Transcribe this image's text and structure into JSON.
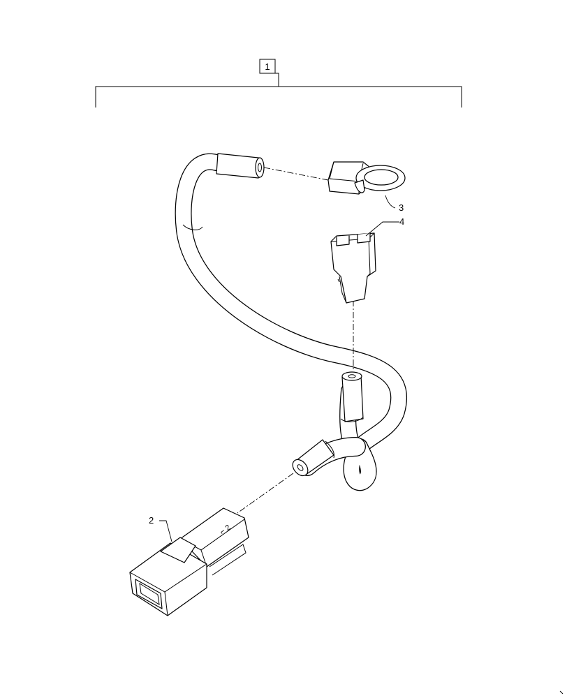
{
  "callouts": {
    "assembly": "1",
    "connector": "2",
    "ring_terminal": "3",
    "spade_terminal": "4"
  },
  "colors": {
    "line": "#000000",
    "background": "#ffffff"
  }
}
